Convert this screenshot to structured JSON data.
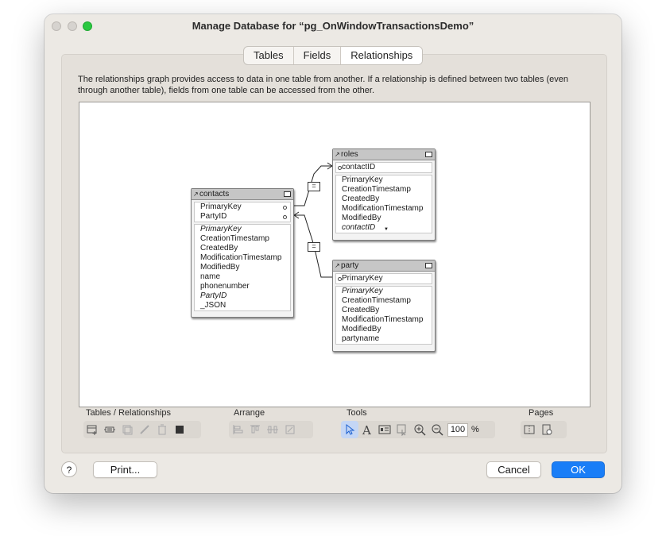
{
  "window": {
    "title": "Manage Database for “pg_OnWindowTransactionsDemo”"
  },
  "tabs": [
    {
      "label": "Tables"
    },
    {
      "label": "Fields"
    },
    {
      "label": "Relationships",
      "selected": true
    }
  ],
  "description": "The relationships graph provides access to data in one table from another. If a relationship is defined between two tables (even through another table), fields from one table can be accessed from the other.",
  "tables": {
    "contacts": {
      "name": "contacts",
      "keys": [
        "PrimaryKey",
        "PartyID"
      ],
      "fields": [
        "PrimaryKey",
        "CreationTimestamp",
        "CreatedBy",
        "ModificationTimestamp",
        "ModifiedBy",
        "name",
        "phonenumber",
        "PartyID",
        "_JSON"
      ]
    },
    "roles": {
      "name": "roles",
      "keys": [
        "contactID"
      ],
      "fields": [
        "PrimaryKey",
        "CreationTimestamp",
        "CreatedBy",
        "ModificationTimestamp",
        "ModifiedBy",
        "contactID"
      ]
    },
    "party": {
      "name": "party",
      "keys": [
        "PrimaryKey"
      ],
      "fields": [
        "PrimaryKey",
        "CreationTimestamp",
        "CreatedBy",
        "ModificationTimestamp",
        "ModifiedBy",
        "partyname"
      ]
    }
  },
  "relationships": [
    {
      "symbol": "="
    },
    {
      "symbol": "="
    }
  ],
  "toolbar": {
    "tables_relationships_label": "Tables / Relationships",
    "arrange_label": "Arrange",
    "tools_label": "Tools",
    "pages_label": "Pages",
    "zoom_value": "100",
    "zoom_unit": "%"
  },
  "footer": {
    "help": "?",
    "print": "Print...",
    "cancel": "Cancel",
    "ok": "OK"
  }
}
